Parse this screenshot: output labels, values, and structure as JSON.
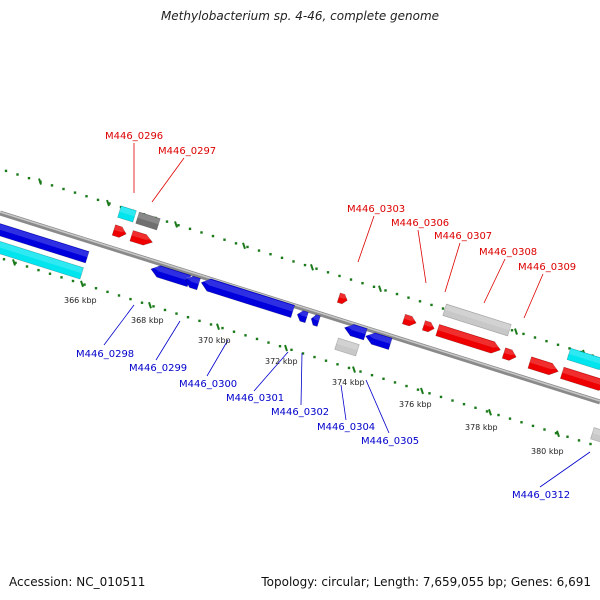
{
  "title": "Methylobacterium sp. 4-46, complete genome",
  "accession": "Accession: NC_010511",
  "topology": "Topology: circular; Length: 7,659,055 bp; Genes: 6,691",
  "colors": {
    "forward": "#ee0000",
    "reverse": "#0000dd",
    "forward_label": "#dd0000",
    "reverse_label": "#0000cc",
    "cyan": "#00e5ee",
    "gray": "#c8c8c8",
    "darkgray": "#707070",
    "backbone": "#999999",
    "tick": "#1a7a1a"
  },
  "kbp_labels": [
    "366 kbp",
    "368 kbp",
    "370 kbp",
    "372 kbp",
    "374 kbp",
    "376 kbp",
    "378 kbp",
    "380 kbp"
  ],
  "forward_genes": [
    "M446_0296",
    "M446_0297",
    "M446_0303",
    "M446_0306",
    "M446_0307",
    "M446_0308",
    "M446_0309"
  ],
  "reverse_genes": [
    "M446_0298",
    "M446_0299",
    "M446_0300",
    "M446_0301",
    "M446_0302",
    "M446_0304",
    "M446_0305",
    "M446_0312"
  ]
}
